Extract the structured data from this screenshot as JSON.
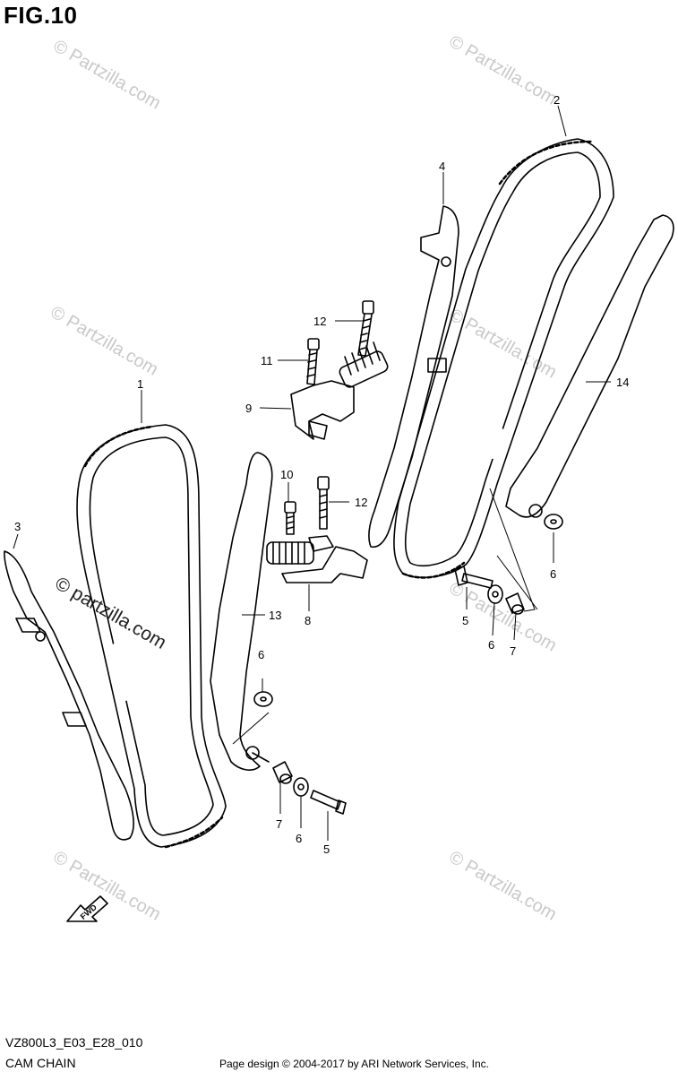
{
  "figure": {
    "title": "FIG.10",
    "code": "VZ800L3_E03_E28_010",
    "caption": "CAM CHAIN",
    "footer": "Page design © 2004-2017 by ARI Network Services, Inc."
  },
  "watermark": {
    "text": "© Partzilla.com",
    "text_dark": "© partzilla.com"
  },
  "fwd_label": "FWD",
  "callouts": {
    "c1": "1",
    "c2": "2",
    "c3": "3",
    "c4": "4",
    "c5a": "5",
    "c5b": "5",
    "c6a": "6",
    "c6b": "6",
    "c6c": "6",
    "c6d": "6",
    "c7a": "7",
    "c7b": "7",
    "c8": "8",
    "c9": "9",
    "c10": "10",
    "c11": "11",
    "c12a": "12",
    "c12b": "12",
    "c13": "13",
    "c14": "14"
  },
  "colors": {
    "line": "#000000",
    "background": "#ffffff",
    "watermark": "#c9c9c9"
  }
}
